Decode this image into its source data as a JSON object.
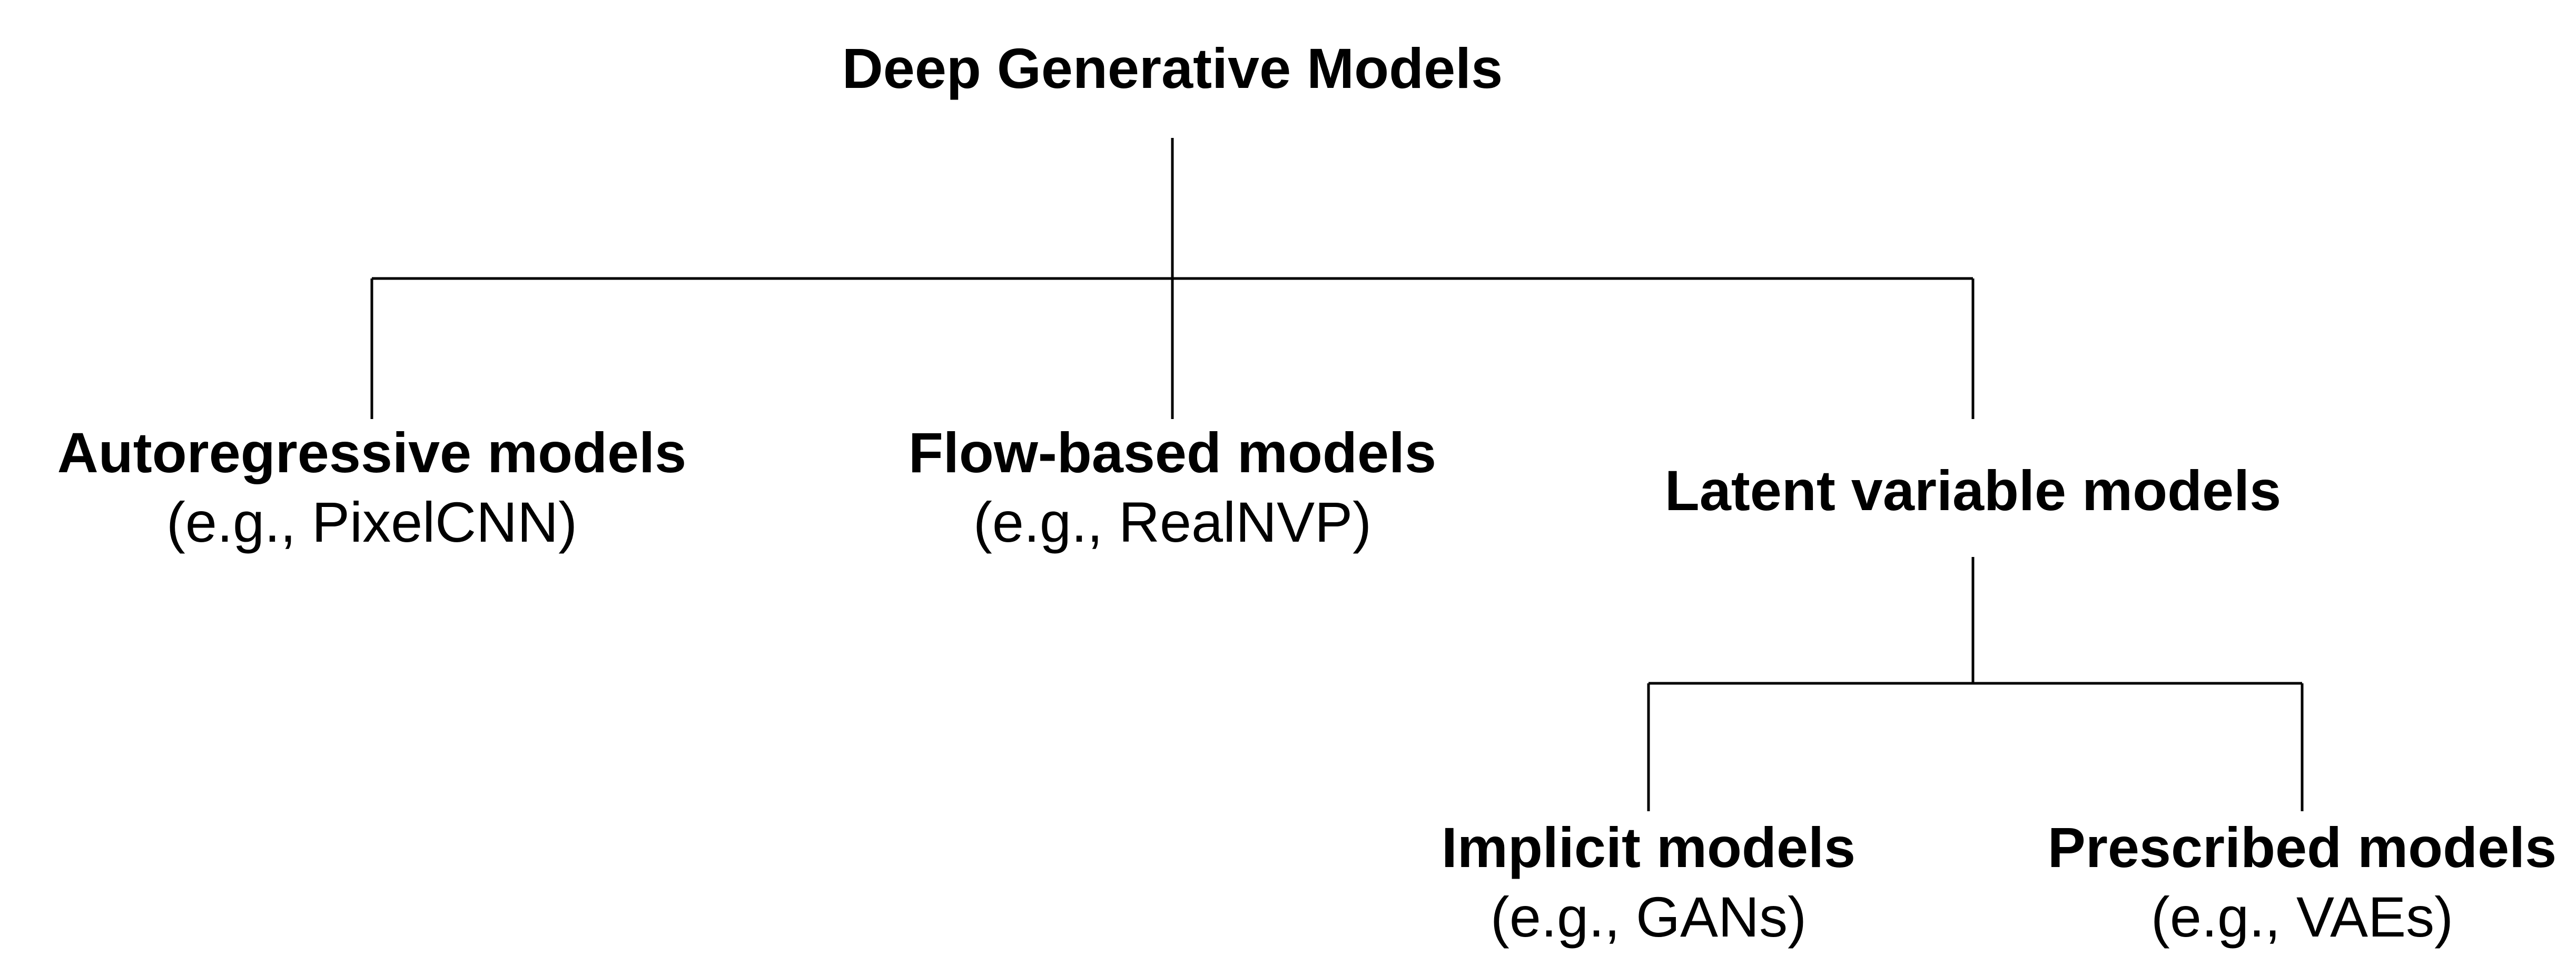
{
  "root": {
    "title": "Deep Generative Models"
  },
  "children": [
    {
      "title": "Autoregressive models",
      "example": "(e.g., PixelCNN)"
    },
    {
      "title": "Flow-based models",
      "example": "(e.g., RealNVP)"
    },
    {
      "title": "Latent variable models"
    }
  ],
  "latent_children": [
    {
      "title": "Implicit models",
      "example": "(e.g., GANs)"
    },
    {
      "title": "Prescribed models",
      "example": "(e.g., VAEs)"
    }
  ]
}
